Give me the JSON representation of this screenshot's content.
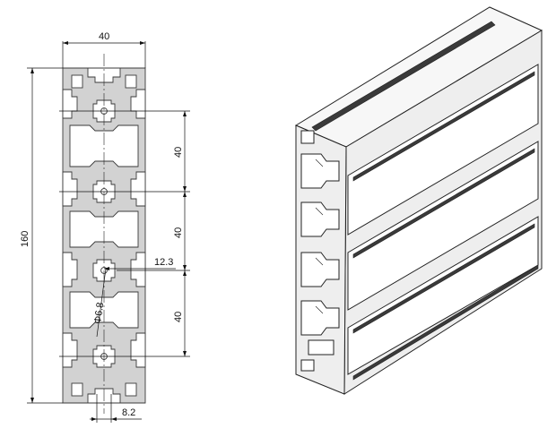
{
  "drawing": {
    "dimensions": {
      "width_top": "40",
      "height_total": "160",
      "pitch_1": "40",
      "pitch_2": "40",
      "pitch_3": "40",
      "offset": "12.3",
      "hole_diameter": "Φ6.8",
      "slot_width": "8.2"
    }
  }
}
